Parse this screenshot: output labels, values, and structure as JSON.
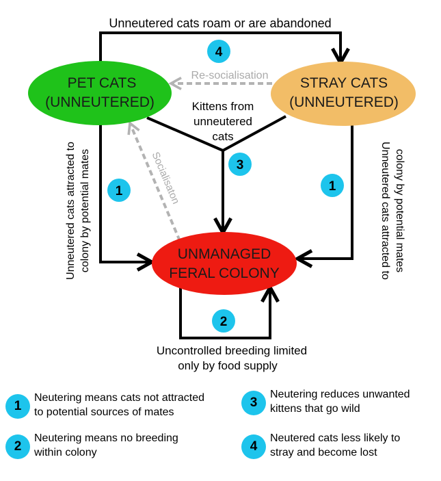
{
  "nodes": {
    "pet": {
      "line1": "PET CATS",
      "line2": "(UNNEUTERED)",
      "color": "#1fc21a"
    },
    "stray": {
      "line1": "STRAY CATS",
      "line2": "(UNNEUTERED)",
      "color": "#f2bd67"
    },
    "feral": {
      "line1": "UNMANAGED",
      "line2": "FERAL COLONY",
      "color": "#ee1b12"
    }
  },
  "labels": {
    "top": "Unneutered cats roam or are abandoned",
    "resocialisation": "Re-socialisation",
    "socialisation": "Socialisaton",
    "kittens": [
      "Kittens from",
      "unneutered",
      "cats"
    ],
    "left_vertical": [
      "Unneutered cats attracted to",
      "colony by potential mates"
    ],
    "right_vertical": [
      "Unneutered cats attracted to",
      "colony by potential mates"
    ],
    "bottom": [
      "Uncontrolled breeding limited",
      "only by food supply"
    ]
  },
  "badges": {
    "one": "1",
    "two": "2",
    "three": "3",
    "four": "4"
  },
  "legend": [
    {
      "num": "1",
      "lines": [
        "Neutering means cats not attracted",
        "to potential sources of mates"
      ]
    },
    {
      "num": "2",
      "lines": [
        "Neutering means no breeding",
        "within colony"
      ]
    },
    {
      "num": "3",
      "lines": [
        "Neutering reduces unwanted",
        "kittens that go wild"
      ]
    },
    {
      "num": "4",
      "lines": [
        "Neutered cats less likely to",
        "stray and become lost"
      ]
    }
  ],
  "colors": {
    "badge": "#1dc4ec",
    "dashed_arrow": "#b3b3b3",
    "line": "#000000"
  }
}
